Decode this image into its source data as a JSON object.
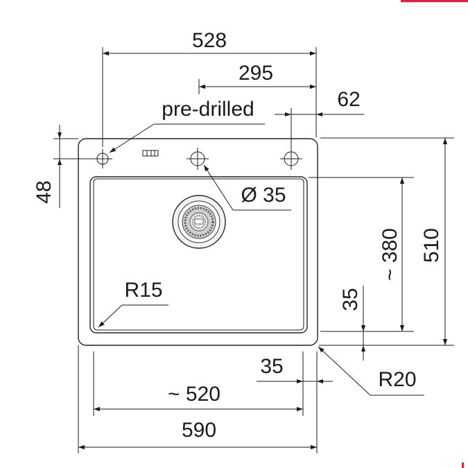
{
  "labels": {
    "w528": "528",
    "w295": "295",
    "w62": "62",
    "predrilled": "pre-drilled",
    "h48": "48",
    "dia35": "Ø 35",
    "h380": "~ 380",
    "h510": "510",
    "r15": "R15",
    "h35": "35",
    "w35": "35",
    "r20": "R20",
    "w520": "~ 520",
    "w590": "590"
  },
  "colors": {
    "line": "#1a1a1a",
    "accent": "#d7263d"
  }
}
